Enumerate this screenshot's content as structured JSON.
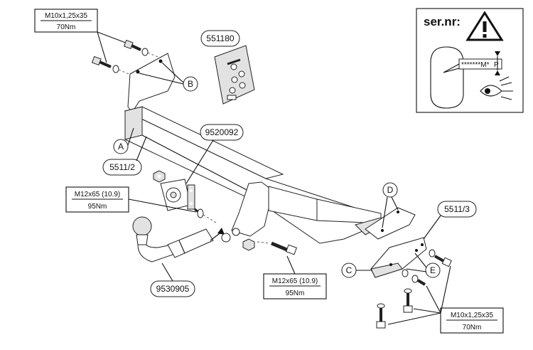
{
  "labels": {
    "torque_top": [
      "M10x1,25x35",
      "70Nm"
    ],
    "torque_mid": [
      "M12x65 (10.9)",
      "95Nm"
    ],
    "torque_bottom_center": [
      "M12x65 (10.9)",
      "95Nm"
    ],
    "torque_bottom_right": [
      "M10x1,25x35",
      "70Nm"
    ],
    "part_551180": "551180",
    "part_9520092": "9520092",
    "part_5511_2": "5511/2",
    "part_5511_3": "5511/3",
    "part_9530905": "9530905"
  },
  "callouts": {
    "A": "A",
    "B": "B",
    "C": "C",
    "D": "D",
    "E": "E"
  },
  "serial_box": {
    "title": "ser.nr:",
    "warning_icon": "warning-triangle-icon",
    "plate_text": "*******M*",
    "plate_letter": "P",
    "eye_icon": "eye-icon"
  }
}
